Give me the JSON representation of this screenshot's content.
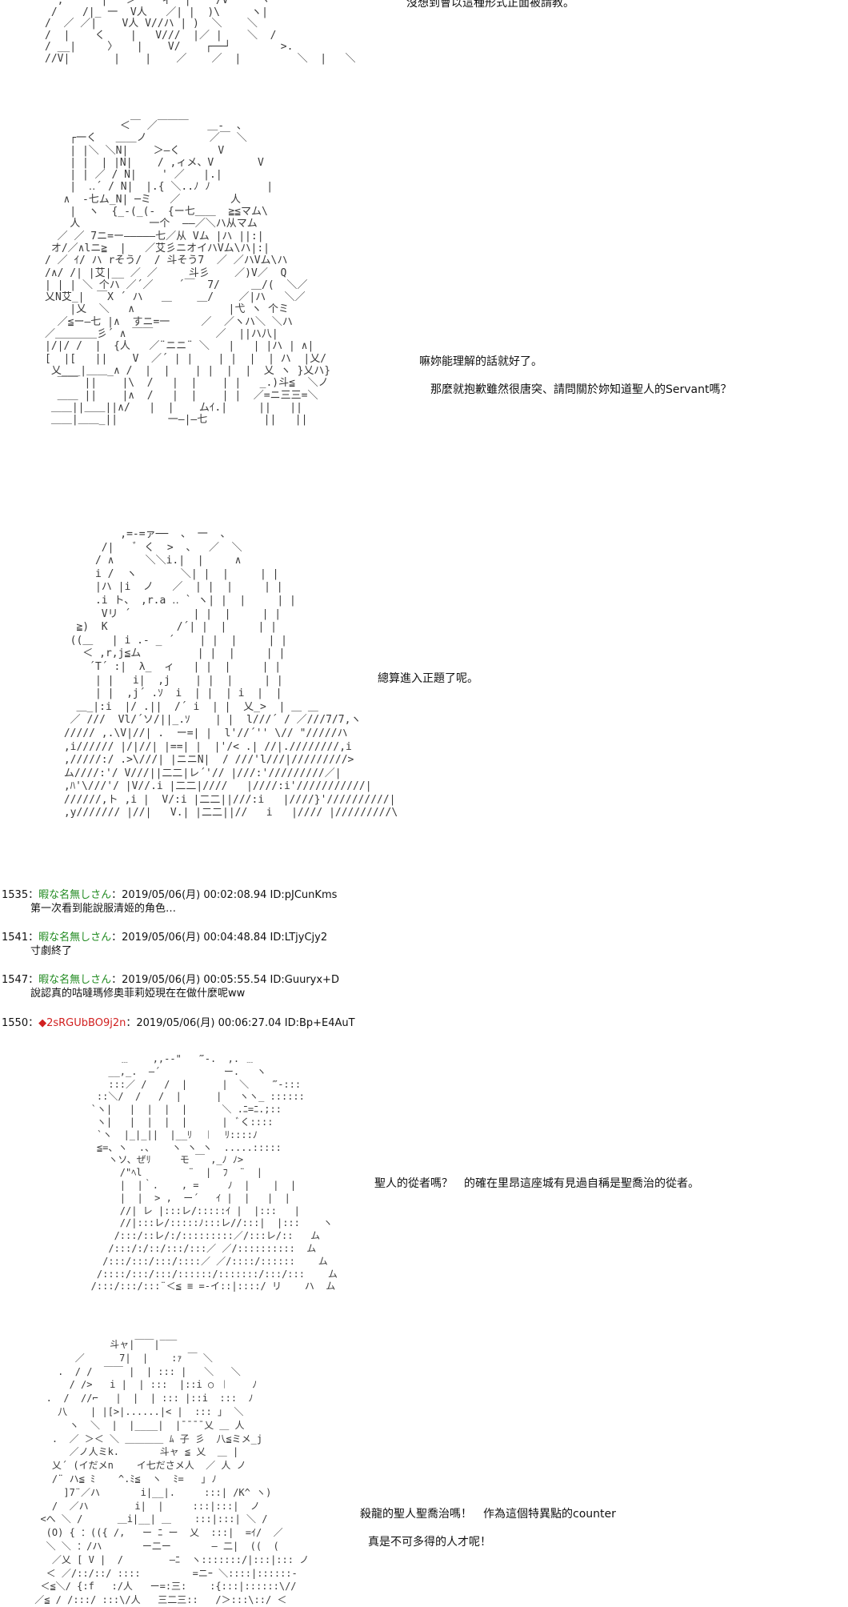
{
  "colors": {
    "background": "#ffffff",
    "text": "#111111",
    "ascii_art": "#3a3a3a",
    "poster_name": "#228b22",
    "trip_name": "#d12020"
  },
  "captions": {
    "c0": "沒想到會以這種形式正面被請教。",
    "c1": "嘛妳能理解的話就好了。",
    "c2": "那麼就抱歉雖然很唐突、請問關於妳知道聖人的Servant嗎？",
    "c3": "總算進入正題了呢。",
    "c4": "聖人的從者嗎？　的確在里昂這座城有見過自稱是聖喬治的從者。",
    "c5": "殺龍的聖人聖喬治嗎！　作為這個特異點的counter",
    "c6": "真是不可多得的人才呢！"
  },
  "posts": [
    {
      "number": "1535",
      "name": "暇な名無しさん",
      "date": "2019/05/06(月) 00:02:08.94",
      "id": "ID:pJCunKms",
      "body": "第一次看到能說服清姬的角色…"
    },
    {
      "number": "1541",
      "name": "暇な名無しさん",
      "date": "2019/05/06(月) 00:04:48.84",
      "id": "ID:LTjyCjy2",
      "body": "寸劇終了"
    },
    {
      "number": "1547",
      "name": "暇な名無しさん",
      "date": "2019/05/06(月) 00:05:55.54",
      "id": "ID:Guuryx+D",
      "body": "說認真的咕噠瑪修奧菲莉婭現在在做什麼呢ww"
    },
    {
      "number": "1550",
      "name": "◆2sRGUbBO9j2n",
      "date": "2019/05/06(月) 00:06:27.04",
      "id": "ID:Bp+E4AuT",
      "body": ""
    }
  ],
  "ascii_art": {
    "a0": "  ,      |   ＞    ィ  |    /V     ヽ\n /    /|_ 一  V人   ／| |  )\\     ヽ|\n/  ／ ／|    V人 V//ハ | )  ＼    ＼\n/  |    く    |   V///  |／ |    ＼  /\n/ __|     〉   |    V/    ┌──┘        >.\n//V|       |    |    ／    ／  |         ＼  |   ＼",
    "a1": "            ＜￣ ／￣￣￣   ＿-  、\n    ┌一く   ＿＿ノ          ／￣ ＼\n    | |＼ ＼N|    ＞―く      V\n    | |  | |N|    / ,ィメ、V       V\n    | | ／ / N|    ' ／   |.|\n    |  ‥´ / N|  |.{ ＼..ﾉ ﾉ         |\n   ∧  -七ム_N| ─ミ   ／        人\n    |  ヽ  {_-(_(-  {ー七＿＿  ≧≦マム\\\n    人           一个  ――／＼ハ从マム\n  ／ ／ 7ニ=ー―――――七／从 Vム |ハ ||:|\n オ/／∧lニ≧  |   ／艾彡ニオイハVム\\ハ|:|\n/ ／ ｲ/ ハ rそう/  / 斗そう7  ／ ／ハVム\\ハ\n/∧/ /| |艾|__ ／ ／     斗彡    ／)V／  Q\n| | | ＼ 个ハ ／´／    ´￣  7/     ＿/(  ＼／\n乂N艾_|  ￣X ´ ハ   ＿    ＿/    ／|ハ   ＼／\n    |乂  ＼   ∧               |弋 ヽ 个ミ\n  ／≦ー―七 |∧  すニ=一     ／  ／ヽハ＼ ＼ハ\n／＿＿＿＿彡´ ∧ ￣￣          ／  ||ハ八|\n|/|/ /  |  {人   ／¨ニニ¨ ＼   |   | |ハ | ∧|\n[  |[   ||    V  ／´ | |    | |  |  | ハ  |乂/\n 乂___|＿＿_∧ /  |  |    | |  |  |  乂 ヽ }乂ハ}\n  ￣￣ ||    |\\  /   |  |    | |   _.)斗≦  ＼ノ\n  ＿＿ ||    |∧  /   |  |    | |  ／=ニ三三=＼\n ＿＿||＿＿||∧/   |  |    ムｲ.|     ||   ||\n ＿＿|＿＿_||        一―|―七         ||   ||",
    "a2": "          ,=-=ァ──  、 一  、\n       /|   ﾞ く  >  、  ／  ＼\n      / ∧     ＼＼i.|  |     ∧\n      i /  ヽ       ＼| |  |     | |\n      |ハ |i  ノ   ／  | |  |     | |\n      .i ト、 ,r.a ‥ ` ヽ| |  |     | |\n       Vリ ´          | |  |     | |\n   ≧)  K           /´| |  |     | |\n  ((＿   | i .- _ ´    | |  |     | |\n    ＜ ,r,j≦ム         | |  |     | |\n     ´T´ :|  λ_  ィ   | |  |     | |\n      | |   i|  ,j    | |  |     | |\n      | |  ,j´ .ｿ  i  | |  | i  |  |\n   ＿_|:i  |/ .||  /´ i  | |  乂_>  | ＿ ＿\n  ／ ///  Vl/´ソ/||_.ｿ    | |  l///´ / ／///7/7,ヽ\n ///// ,.\\V|//| .  ー=| |  l'//´'' \\// \"/////ハ\n ,i////// |/|//| |==| |  |'/< .| //|.////////,i\n ,/////:/ .>\\///| |ニニN|  / ///'l///|/////////>\n ム////:'/ V///||二二|レ´'// |///:'/////////／|\n ,ﾊ'\\///'/ |V//.i |二二|////   |////:i'///////////|\n //////,ト ,i |  V/:i |二二||///:i   |////}'//////////|\n ,y/////// |//|   V.| |二二||//   i   |//// |/////////\\",
    "a3": "        ﹍    ,,-‐\"   ‴‐.  ,. ﹍\n      __,_.  ―´           ー.   ヽ\n      :::／ /   /  |      |  ＼    ‴‐:::\n    ::＼/  /   /  |      |   ヽヽ_ ::::::\n   `ヽ|   |  |  |  |      ＼ .ﾆ=ﾆ.;::\n    ヽ|   |  |  |  |      |  ﾞく::::\n    `ヽ  |_|_||  |__ﾘ  ︱  ﾘ::::ﾉ\n    ≦=、ヽ  .、   ヽ ヽ ヽ  .....:::::\n      ヽソ、ぜﾘ     モ ￣ ,_ﾉ ﾉ>\n        /\"ﾍl        ¨  |  ﾌ  ¨  |\n        |  |｀.    , =     ﾉ  |    |  |\n        |  |  > ,  ー´   ｲ |  |   |  |\n        //| レ |:::レ/:::::ｲ |  |:::   |\n        //|:::レ/:::::ﾉ:::レ//:::|  |:::    ヽ\n       /:::/::レ/:/:::::::::／/:::レ/::   ム\n      /:::/:/::/:::/:::／ ／/::::::::::  ム\n     /:::/:::/:::/::::／ ／/::::/::::::    ム\n    /::::/:::/:::/::::::/:::::::/:::/:::    ム\n   /:::/:::/:::¨＜≦ ≡ =‐イ::|::::/ リ    ハ  ム",
    "a4": "              斗ャ|￣￣|‾‾‾\n        ／      7|  |    :ｧ ￣ ＼\n     .  / /  ￣￣ |  | ::: |   ＼   ＼\n       / ∕>   i |  | :::  |::i ○ ︱    ﾉ\n   .  /  ∕/⌐   |  |  | ::: |::i  :::  ﾉ\n     八    | |[>|......|< |  ::: ｣  ＼\n       ヽ  ＼  |  |____|  |¯¯¯¯乂 ＿ 人\n    .  ／ ＞＜ ＼ ＿＿＿＿ ﾑ 子 彡  八≦ミメ_j\n       ／ノ人ミk.       斗ャ ≦ 乂  ＿ |\n    乂´ (イだメn    イ七ださメ人  ／ 人 ノ\n    ∕¨ ハ≦ ﾐ    ^.ﾐ≦  ヽ  ﾐ=   ｣ ﾉ\n      ]7¨／ハ       i|__|.     :::| /K^ ヽ)\n    /  ／ハ        i|  |     :::|:::|  ノ\n  <へ ＼ /      ＿i|__| ＿    :::|:::| ＼ /\n   (O) { ：(({ ∕,   ー ﾆ ー  乂  :::|  =ｲ/  ／\n   ＼ ＼ ：/ハ       ー二ー       ― 二|  ((  (\n    ／乂 [ V |  /        ―ﾆ  ヽ:::::::/|:::|::: ノ\n   ＜ ／/::/::/ ::::         =ニｰ ＼::::|::::::‐\n  ＜≦＼∕ {:f   :/人   ー=:三:    :{:::|::::::\\//\n ／≦ ∕ /:::/ :::\\/人   三二三::   /＞:::\\::/ ＜"
  }
}
